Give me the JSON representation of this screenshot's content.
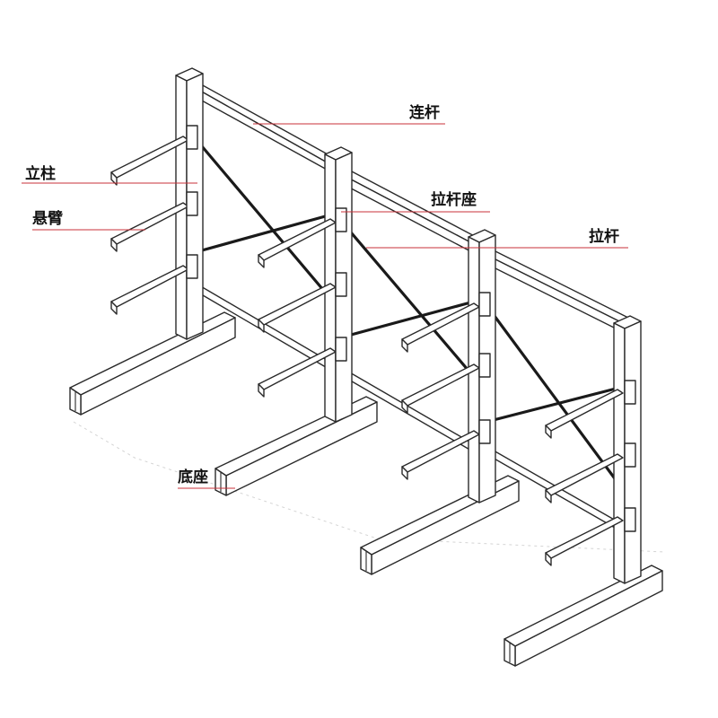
{
  "labels": {
    "tie_bar": "连杆",
    "column": "立柱",
    "arm": "悬臂",
    "brace_seat": "拉杆座",
    "brace": "拉杆",
    "base": "底座"
  },
  "colors": {
    "line": "#2a2a2a",
    "brace": "#1a1a1a",
    "leader": "#c8323a",
    "label": "#111111"
  }
}
